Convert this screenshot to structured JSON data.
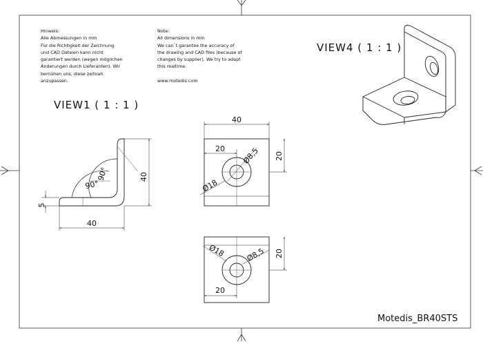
{
  "notes": {
    "german": {
      "heading": "Hinweis:",
      "lines": [
        "Alle Abmessungen in mm",
        "Für die Richtigkeit der Zeichnung",
        "und CAD Dateien kann nicht",
        "garantiert werden (wegen möglichen",
        "Änderungen durch Lieferanten). Wir",
        "bemühen uns, diese zeitnah",
        "anzupassen."
      ]
    },
    "english": {
      "heading": "Note:",
      "lines": [
        "All dimensions in mm",
        "We can`t garantee the accuracy of",
        "the drawing and CAD files (because of",
        "changes by supplier). We try to adapt",
        "this realtime.",
        "",
        "www.motedis.com"
      ]
    }
  },
  "views": {
    "view1_title": "VIEW1 ( 1 : 1 )",
    "view4_title": "VIEW4 ( 1 : 1 )"
  },
  "dimensions": {
    "v1_width": "40",
    "v1_height": "40",
    "v1_thickness": "5",
    "v1_angle_left": "90°",
    "v1_angle_right": "90°",
    "top_width": "40",
    "top_offset": "20",
    "top_hole": "Ø8,5",
    "top_counterbore": "Ø18",
    "top_side": "20",
    "bot_counterbore": "Ø18",
    "bot_hole": "Ø8,5",
    "bot_side": "20",
    "bot_offset": "20"
  },
  "title_block": {
    "document_name": "Motedis_BR40STS"
  }
}
